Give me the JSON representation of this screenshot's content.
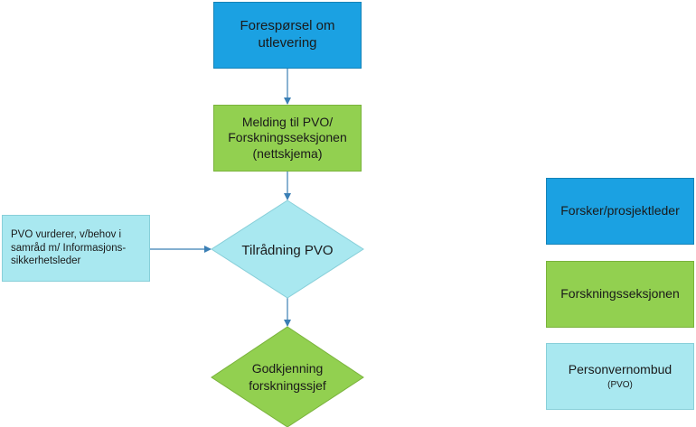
{
  "flowchart": {
    "request_box": {
      "lines": [
        "Forespørsel om",
        "utlevering"
      ]
    },
    "report_box": {
      "lines": [
        "Melding til PVO/",
        "Forskningsseksjonen",
        "(nettskjema)"
      ]
    },
    "recommendation_diamond": {
      "label": "Tilrådning PVO"
    },
    "approval_diamond": {
      "lines": [
        "Godkjenning",
        "forskningssjef"
      ]
    },
    "side_note": {
      "lines": [
        "PVO vurderer, v/behov i",
        "samråd m/ Informasjons-",
        "sikkerhetsleder"
      ]
    }
  },
  "legend": {
    "items": [
      {
        "label": "Forsker/prosjektleder",
        "sublabel": "",
        "color": "#1ba1e2"
      },
      {
        "label": "Forskningsseksjonen",
        "sublabel": "",
        "color": "#92d050"
      },
      {
        "label": "Personvernombud",
        "sublabel": "(PVO)",
        "color": "#a9e8f0"
      }
    ]
  },
  "colors": {
    "blue": "#1ba1e2",
    "green": "#92d050",
    "cyan": "#a9e8f0",
    "connector": "#3b7fb5"
  }
}
